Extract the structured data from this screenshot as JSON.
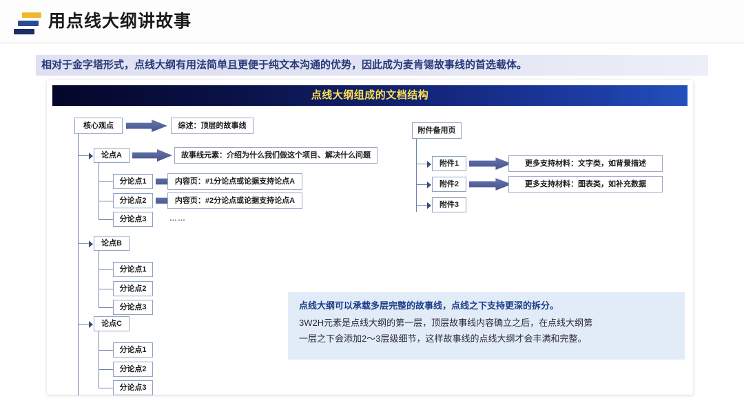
{
  "header": {
    "title": "用点线大纲讲故事",
    "logo_icon": "three-bars-logo-icon",
    "logo_colors": {
      "top": "#f0b92e",
      "middle": "#2a4c93",
      "bottom": "#1b2d63"
    }
  },
  "subtitle": {
    "text": "相对于金字塔形式，点线大纲有用法简单且更便于纯文本沟通的优势，因此成为麦肯锡故事线的首选载体。",
    "text_color": "#283a7a",
    "background": "#dfe1f2"
  },
  "panel": {
    "banner": {
      "text": "点线大纲组成的文档结构",
      "text_color": "#ffe34d",
      "background_from": "#05062a",
      "background_to": "#2350bb"
    },
    "left_tree": {
      "root": "核心观点",
      "root_description": "综述：顶层的故事线",
      "branches": [
        {
          "label": "论点A",
          "description": "故事线元素：介绍为什么我们做这个项目、解决什么问题",
          "children": [
            {
              "label": "分论点1",
              "description": "内容页：#1分论点或论据支持论点A"
            },
            {
              "label": "分论点2",
              "description": "内容页：#2分论点或论据支持论点A"
            },
            {
              "label": "分论点3",
              "description": ""
            }
          ],
          "ellipsis": "……"
        },
        {
          "label": "论点B",
          "description": "",
          "children": [
            {
              "label": "分论点1",
              "description": ""
            },
            {
              "label": "分论点2",
              "description": ""
            },
            {
              "label": "分论点3",
              "description": ""
            }
          ]
        },
        {
          "label": "论点C",
          "description": "",
          "children": [
            {
              "label": "分论点1",
              "description": ""
            },
            {
              "label": "分论点2",
              "description": ""
            },
            {
              "label": "分论点3",
              "description": ""
            }
          ]
        }
      ]
    },
    "right_tree": {
      "root": "附件备用页",
      "children": [
        {
          "label": "附件1",
          "description": "更多支持材料：文字类，如背景描述"
        },
        {
          "label": "附件2",
          "description": "更多支持材料：图表类，如补充数据"
        },
        {
          "label": "附件3",
          "description": ""
        }
      ]
    },
    "callout": {
      "heading": "点线大纲可以承载多层完整的故事线，点线之下支持更深的拆分。",
      "body_line1": "3W2H元素是点线大纲的第一层，顶层故事线内容确立之后，在点线大纲第",
      "body_line2": "一层之下会添加2～3层级细节，这样故事线的点线大纲才会丰满和完整。",
      "background": "#e2ecf9",
      "heading_color": "#1b3e86"
    }
  },
  "colors": {
    "arrow_fill": "#5b6ba3",
    "arrow_stroke": "#3c4a78",
    "box_border": "#8fa2c4",
    "connector": "#6f83ad"
  }
}
